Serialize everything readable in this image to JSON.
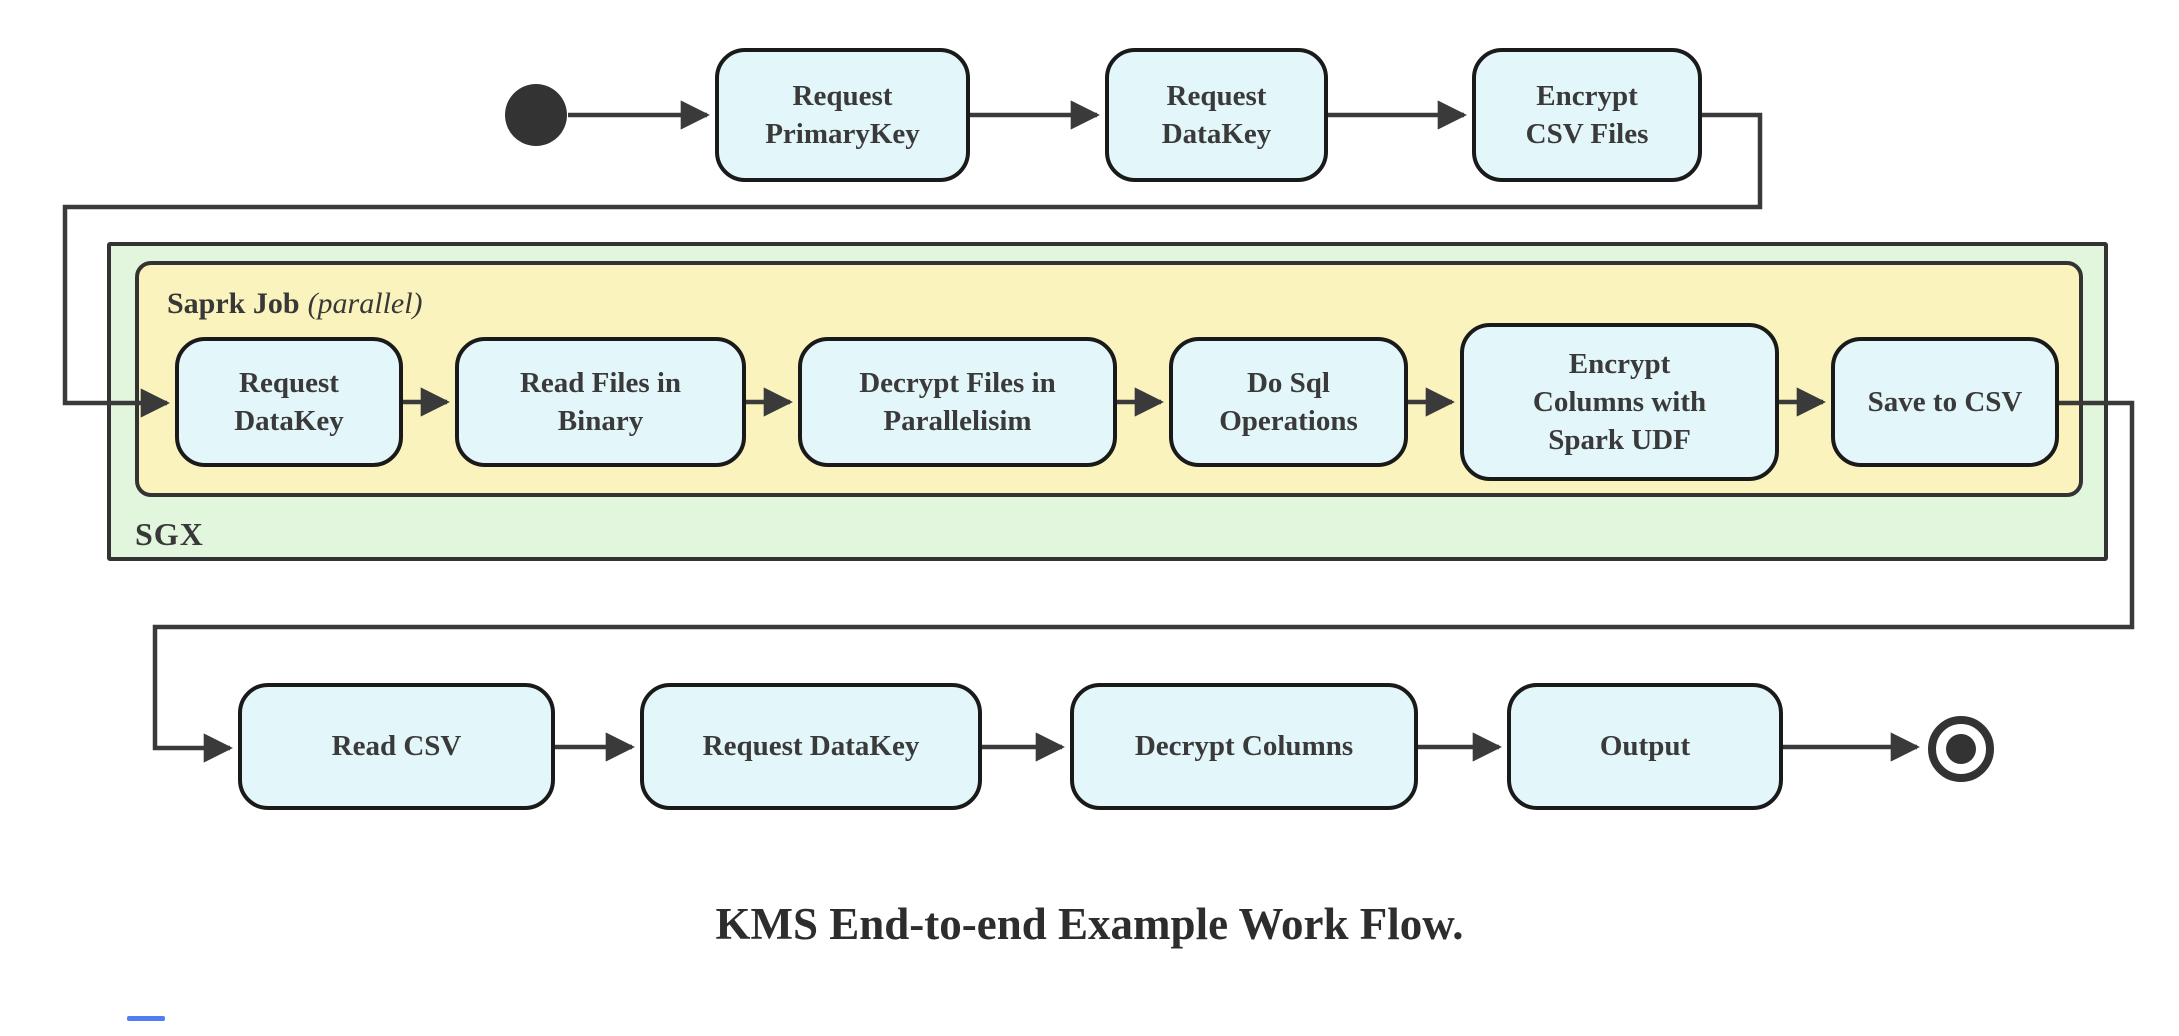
{
  "title": "KMS End-to-end Example Work Flow.",
  "colors": {
    "node_fill": "#e3f6f9",
    "node_border": "#1a1a1a",
    "sgx_container_fill": "#e2f6dd",
    "spark_container_fill": "#fbf3bd",
    "container_border": "#333333",
    "connector": "#3a3a3a",
    "node_text": "#3a3a3a",
    "start_end_node": "#333333",
    "accent_mark": "#4d7ff2"
  },
  "diagram": {
    "start_node": "start",
    "end_node": "end",
    "top_row": [
      {
        "label": "Request\nPrimaryKey"
      },
      {
        "label": "Request\nDataKey"
      },
      {
        "label": "Encrypt\nCSV Files"
      }
    ],
    "containers": {
      "sgx": {
        "label": "SGX"
      },
      "spark": {
        "label": "Saprk Job",
        "annotation": "(parallel)"
      }
    },
    "sgx_row": [
      {
        "label": "Request\nDataKey"
      },
      {
        "label": "Read Files in\nBinary"
      },
      {
        "label": "Decrypt Files in\nParallelisim"
      },
      {
        "label": "Do Sql\nOperations"
      },
      {
        "label": "Encrypt\nColumns with\nSpark UDF"
      },
      {
        "label": "Save to CSV"
      }
    ],
    "bottom_row": [
      {
        "label": "Read CSV"
      },
      {
        "label": "Request DataKey"
      },
      {
        "label": "Decrypt Columns"
      },
      {
        "label": "Output"
      }
    ]
  }
}
